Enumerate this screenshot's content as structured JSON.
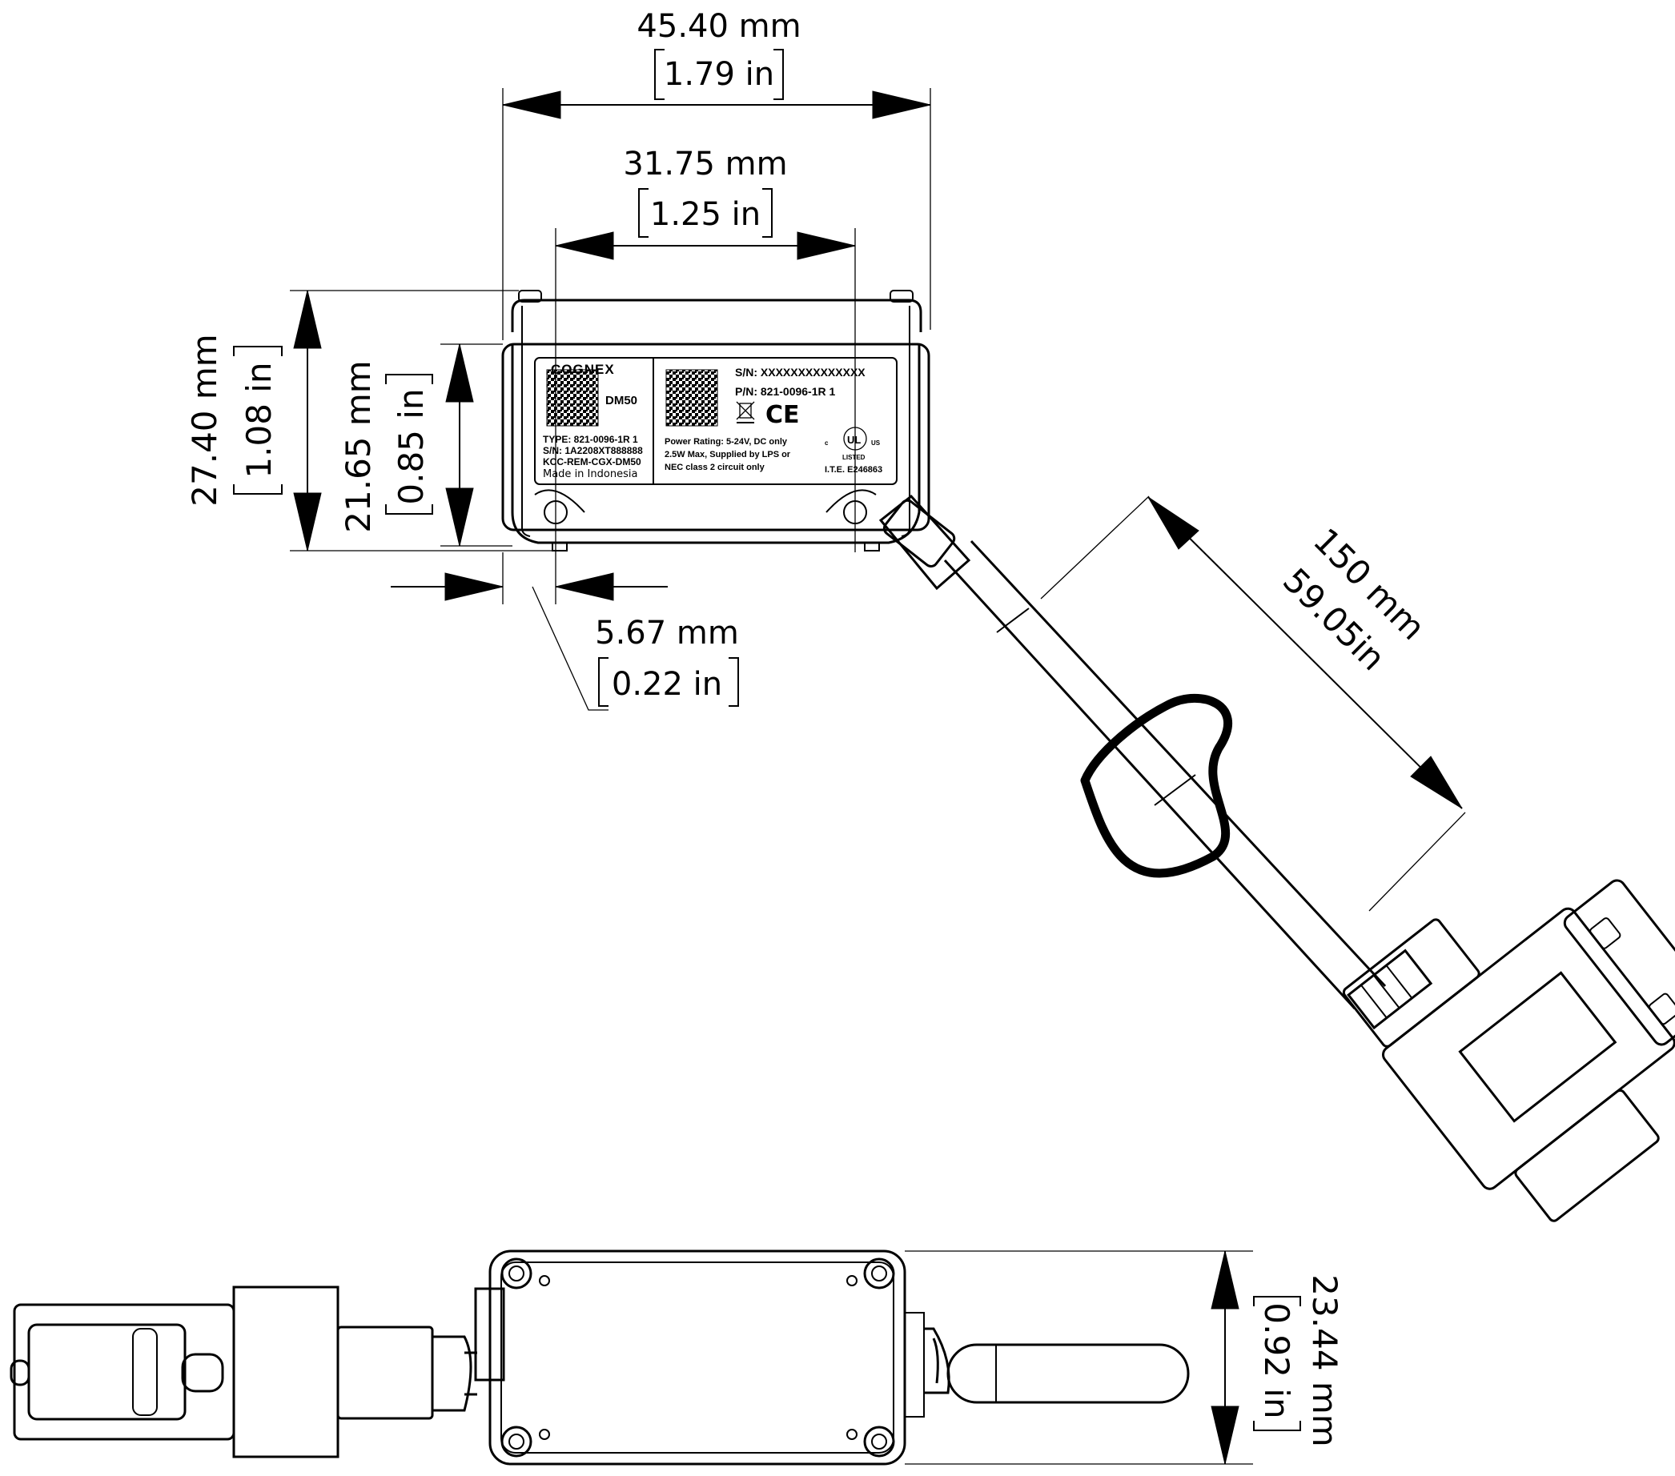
{
  "dimensions": {
    "overall_width": {
      "mm": "45.40 mm",
      "in": "1.79 in"
    },
    "hole_spacing": {
      "mm": "31.75 mm",
      "in": "1.25 in"
    },
    "overall_height": {
      "mm": "27.40 mm",
      "in": "1.08 in"
    },
    "body_height": {
      "mm": "21.65 mm",
      "in": "0.85 in"
    },
    "flange_offset": {
      "mm": "5.67 mm",
      "in": "0.22 in"
    },
    "cable_length": {
      "mm": "150 mm",
      "in": "59.05in"
    },
    "depth": {
      "mm": "23.44 mm",
      "in": "0.92 in"
    }
  },
  "label": {
    "brand": "COGNEX",
    "model": "DM50",
    "type": "TYPE: 821-0096-1R 1",
    "sn_left": "S/N: 1A2208XT888888",
    "kcc": "KCC-REM-CGX-DM50",
    "made_in": "Made in Indonesia",
    "sn_right": "S/N: XXXXXXXXXXXXXX",
    "pn": "P/N: 821-0096-1R 1",
    "ce": "CE",
    "power1": "Power Rating: 5-24V, DC only",
    "power2": "2.5W Max, Supplied by LPS or",
    "power3": "NEC class 2 circuit only",
    "ite": "I.T.E. E246863",
    "listed": "LISTED"
  },
  "icons": [
    "weee-bin-icon",
    "ul-mark-icon",
    "datamatrix-icon",
    "screw-icon"
  ],
  "colors": {
    "line": "#000000",
    "background": "#ffffff"
  }
}
